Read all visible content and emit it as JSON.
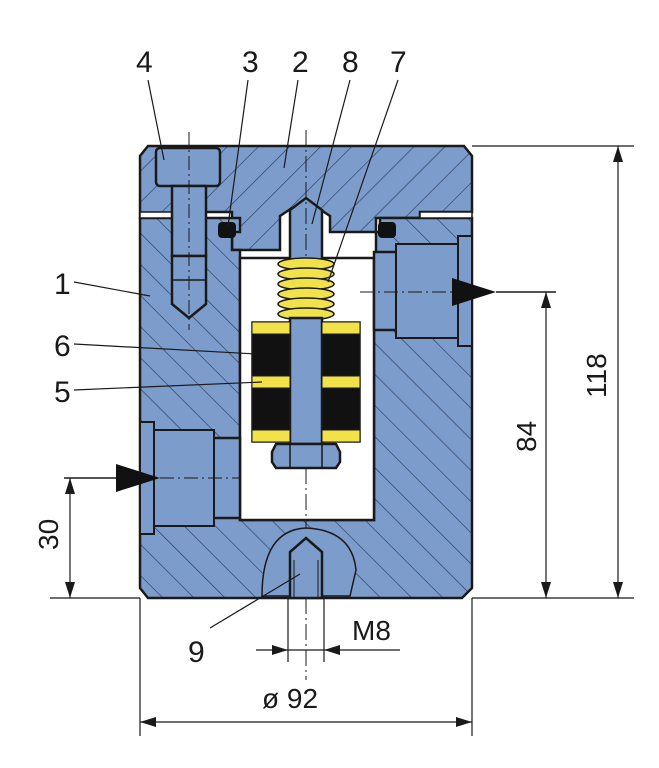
{
  "colors": {
    "body": "#7c9ccb",
    "body_dark": "#5f7fb0",
    "outline": "#1a1a1a",
    "spring": "#f2e24a",
    "seal": "#111111",
    "seal_band": "#f2e24a",
    "background": "#ffffff"
  },
  "labels": {
    "part_1": "1",
    "part_2": "2",
    "part_3": "3",
    "part_4": "4",
    "part_5": "5",
    "part_6": "6",
    "part_7": "7",
    "part_8": "8",
    "part_9": "9"
  },
  "dimensions": {
    "height_total": "118",
    "height_outlet": "84",
    "height_inlet": "30",
    "thread": "M8",
    "diameter": "ø 92"
  },
  "icons": {
    "flow_in": "arrow-right-icon",
    "flow_out": "arrow-right-icon"
  }
}
